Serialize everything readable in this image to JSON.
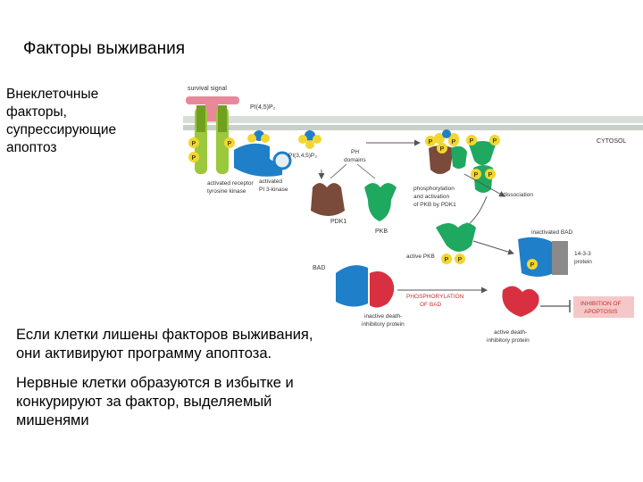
{
  "title": "Факторы выживания",
  "left_text": "Внеклеточные факторы, супрессирующие апоптоз",
  "paragraphs": [
    "Если клетки лишены факторов выживания, они активируют программу апоптоза.",
    "Нервные клетки образуются в избытке и конкурируют за фактор, выделяемый мишенями"
  ],
  "diagram": {
    "survival_signal": "survival signal",
    "pip2": "PI(4,5)P₂",
    "pip3": "PI(3,4,5)P₃",
    "cytosol": "CYTOSOL",
    "activated_receptor": [
      "activated receptor",
      "tyrosine kinase"
    ],
    "activated_pi3k": [
      "activated",
      "PI 3-kinase"
    ],
    "ph_domains": [
      "PH",
      "domains"
    ],
    "pdk1": "PDK1",
    "pkb": "PKB",
    "phosphorylation_activation": [
      "phosphorylation",
      "and activation",
      "of PKB by PDK1"
    ],
    "dissociation": "dissociation",
    "inactivated_bad": "inactivated BAD",
    "protein_1433": [
      "14-3-3",
      "protein"
    ],
    "active_pkb": "active PKB",
    "bad": "BAD",
    "phosphorylation_of_bad": [
      "PHOSPHORYLATION",
      "OF BAD"
    ],
    "inhibition_of_apoptosis": [
      "INHIBITION OF",
      "APOPTOSIS"
    ],
    "inactive_death": [
      "inactive death-",
      "inhibitory protein"
    ],
    "active_death": [
      "active death-",
      "inhibitory protein"
    ],
    "p": "P",
    "colors": {
      "receptor_pink": "#e8889a",
      "receptor_green": "#9cc83c",
      "pi3k_blue": "#1f7fc8",
      "pdk1_brown": "#7a4a3a",
      "pkb_green": "#1fa860",
      "bad_blue": "#1f7fc8",
      "death_red": "#d83040",
      "p_yellow": "#f2d630",
      "protein_gray": "#8a8a8a",
      "inhibition_box": "#f4c8c8",
      "inhibition_text": "#c83030"
    }
  }
}
